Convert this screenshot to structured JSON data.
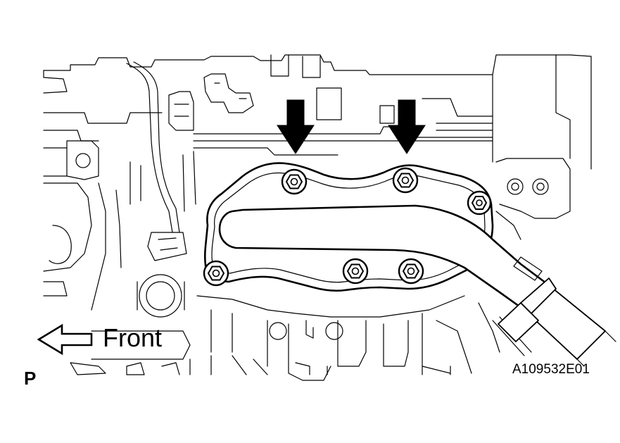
{
  "diagram": {
    "direction_label": "Front",
    "panel_letter": "P",
    "figure_id": "A109532E01"
  },
  "colors": {
    "line": "#000000",
    "background": "#ffffff"
  },
  "icons": [
    "front-direction-arrow-icon",
    "down-arrow-icon",
    "bolt-icon"
  ]
}
